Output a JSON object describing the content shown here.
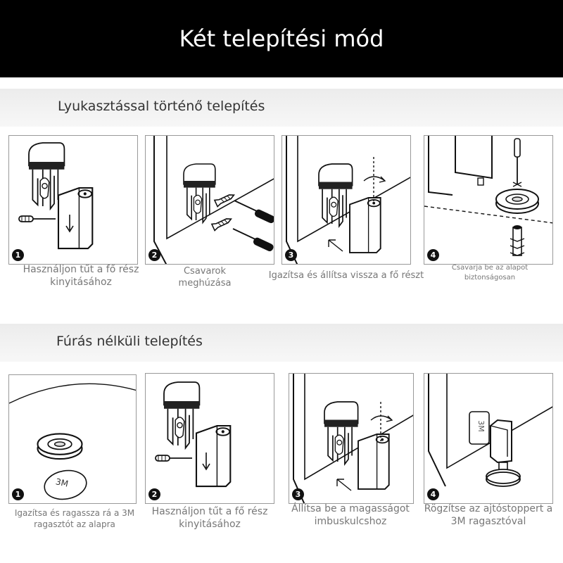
{
  "title": "Két telepítési mód",
  "section1": {
    "heading": "Lyukasztással történő telepítés",
    "steps": [
      {
        "num": "1",
        "caption": "Használjon tűt a fő rész kinyitásához"
      },
      {
        "num": "2",
        "caption": "Csavarok meghúzása"
      },
      {
        "num": "3",
        "caption": "Igazítsa és állítsa vissza a fő részt"
      },
      {
        "num": "4",
        "caption": "Csavarja be az alapot biztonságosan"
      }
    ]
  },
  "section2": {
    "heading": "Fúrás nélküli telepítés",
    "steps": [
      {
        "num": "1",
        "caption": "Igazítsa és ragassza rá a 3M ragasztót az alapra",
        "pad_label": "3M"
      },
      {
        "num": "2",
        "caption": "Használjon tűt a fő rész kinyitásához"
      },
      {
        "num": "3",
        "caption": "Állítsa be a magasságot imbuskulcshoz"
      },
      {
        "num": "4",
        "caption": "Rögzítse az ajtóstoppert a 3M ragasztóval",
        "tape_label": "3M"
      }
    ]
  }
}
